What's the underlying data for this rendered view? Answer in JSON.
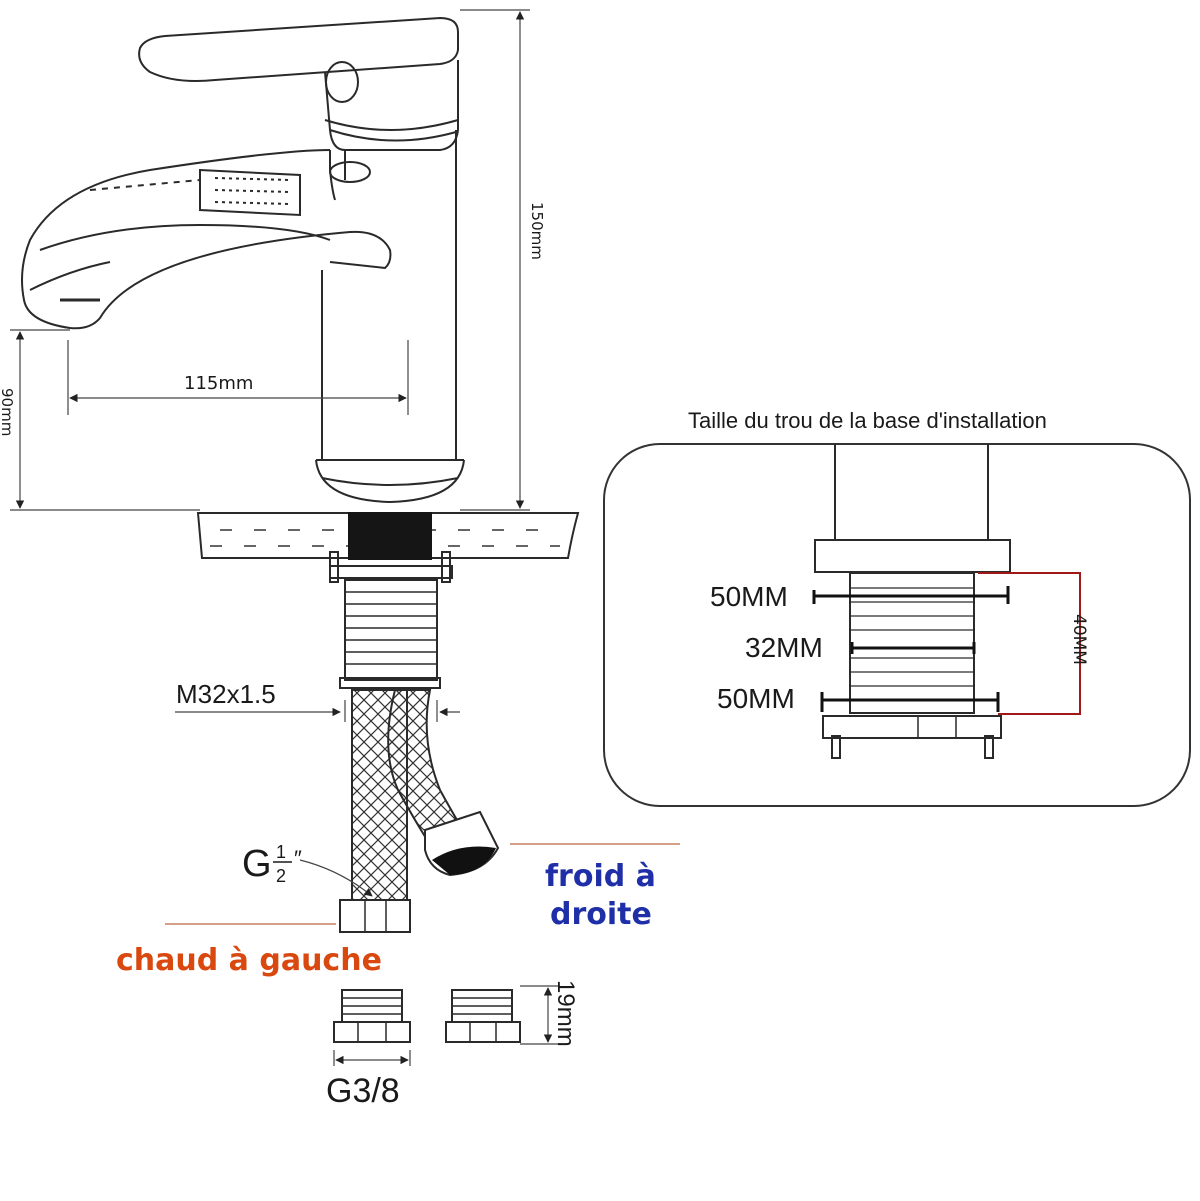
{
  "dimensions": {
    "height_total": "150mm",
    "spout_height": "90mm",
    "spout_reach": "115mm",
    "thread": "M32x1.5",
    "hose_fitting_main": "G",
    "hose_fitting_frac_num": "1",
    "hose_fitting_frac_den": "2",
    "hose_fitting_mark": "″",
    "adapter_height": "19mm",
    "adapter_thread": "G3/8"
  },
  "labels": {
    "hot": "chaud à gauche",
    "cold_line1": "froid à",
    "cold_line2": "droite"
  },
  "inset": {
    "title": "Taille du trou de la base d'installation",
    "top_width": "50MM",
    "middle_width": "32MM",
    "bottom_width": "50MM",
    "depth": "40MM"
  },
  "colors": {
    "hot": "#d9480f",
    "cold": "#1f2fa8",
    "depth_marker": "#a01818",
    "line": "#2a2a2a"
  }
}
